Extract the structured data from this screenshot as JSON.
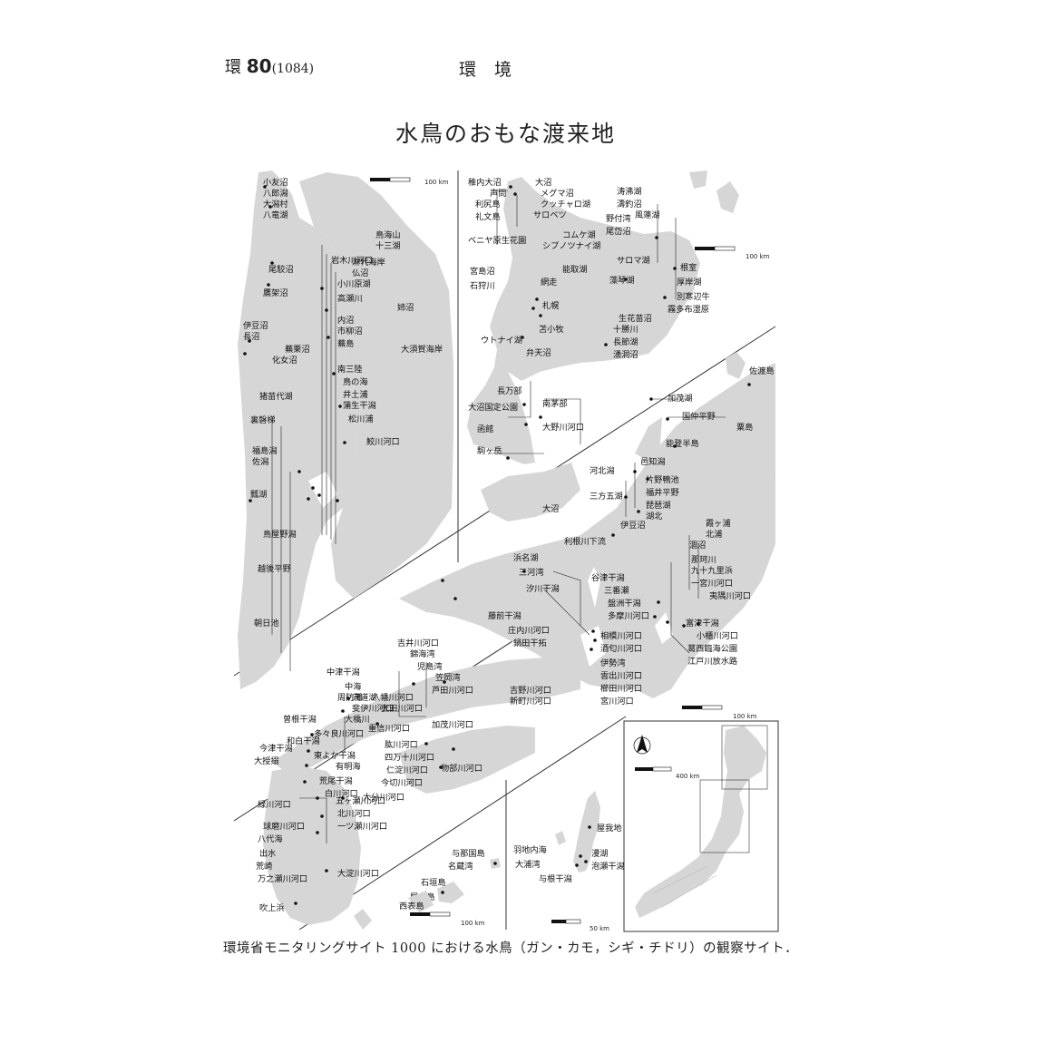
{
  "header": {
    "page_prefix": "環",
    "page_number": "80",
    "page_total": "(1084)",
    "section": "環境"
  },
  "figure": {
    "title": "水鳥のおもな渡来地",
    "caption": "環境省モニタリングサイト 1000 における水鳥（ガン・カモ，シギ・チドリ）の観察サイト．"
  },
  "scale_labels": {
    "tohoku": "100 km",
    "hokkaido": "100 km",
    "kanto": "100 km",
    "kyushu": "100 km",
    "okinawa": "50 km",
    "index_map": "400 km"
  },
  "colors": {
    "land": "#d6d6d6",
    "ink": "#111111"
  },
  "panels": {
    "tohoku": {
      "labels": [
        "小友沼",
        "八郎潟",
        "大潟村",
        "八竜湖",
        "鳥海山",
        "十三湖",
        "岩木川河口",
        "淋代海岸",
        "仏沼",
        "小川原湖",
        "尾駮沼",
        "鷹架沼",
        "高瀬川",
        "姉沼",
        "内沼",
        "市柳沼",
        "蕪島",
        "大須賀海岸",
        "伊豆沼",
        "長沼",
        "蕪栗沼",
        "化女沼",
        "南三陸",
        "鳥の海",
        "井土浦",
        "蒲生干潟",
        "松川浦",
        "鮫川河口",
        "猪苗代湖",
        "裏磐梯",
        "福島潟",
        "佐潟",
        "瓢湖",
        "鳥屋野潟",
        "越後平野",
        "朝日池"
      ]
    },
    "hokkaido": {
      "labels": [
        "稚内大沼",
        "大沼",
        "声問",
        "メグマ沼",
        "サロベツ",
        "ベニヤ原生花園",
        "利尻島",
        "礼文島",
        "クッチャロ湖",
        "涛沸湖",
        "濤釣沼",
        "風蓮湖",
        "野付湾",
        "尾岱沼",
        "根室",
        "厚岸湖",
        "別寒辺牛",
        "霧多布湿原",
        "コムケ湖",
        "シブノツナイ湖",
        "サロマ湖",
        "能取湖",
        "網走",
        "藻琴湖",
        "十勝川",
        "長節湖",
        "湧洞沼",
        "生花苗沼",
        "ウトナイ湖",
        "弁天沼",
        "宮島沼",
        "石狩川",
        "札幌",
        "苫小牧",
        "大沼国定公園",
        "函館",
        "南茅部",
        "駒ヶ岳",
        "長万部",
        "大野川河口"
      ]
    },
    "kanto": {
      "labels": [
        "佐渡島",
        "加茂湖",
        "国仲平野",
        "粟島",
        "能登半島",
        "邑知潟",
        "河北潟",
        "片野鴨池",
        "福井平野",
        "三方五湖",
        "琵琶湖",
        "湖北",
        "大沼",
        "伊豆沼",
        "霞ヶ浦",
        "北浦",
        "利根川下流",
        "涸沼",
        "那珂川",
        "九十九里浜",
        "一宮川河口",
        "夷隅川河口",
        "谷津干潟",
        "三番瀬",
        "盤洲干潟",
        "富津干潟",
        "小櫃川河口",
        "多摩川河口",
        "葛西臨海公園",
        "江戸川放水路",
        "相模川河口",
        "酒匂川河口",
        "浜名湖",
        "三河湾",
        "汐川干潟",
        "藤前干潟",
        "庄内川河口",
        "鍋田干拓",
        "伊勢湾",
        "雲出川河口",
        "櫛田川河口",
        "宮川河口"
      ]
    },
    "kyushu": {
      "labels": [
        "中海",
        "宍道湖",
        "斐伊川河口",
        "大橋川",
        "吉井川河口",
        "錦海湾",
        "児島湾",
        "笠岡湾",
        "芦田川河口",
        "八幡川河口",
        "太田川河口",
        "吉野川河口",
        "新町川河口",
        "加茂川河口",
        "重信川河口",
        "肱川河口",
        "四万十川河口",
        "物部川河口",
        "仁淀川河口",
        "今切川河口",
        "周防灘",
        "曽根干潟",
        "和白干潟",
        "今津干潟",
        "多々良川河口",
        "有明海",
        "東よか干潟",
        "大授搦",
        "荒尾干潟",
        "白川河口",
        "緑川河口",
        "球磨川河口",
        "八代海",
        "出水",
        "荒崎",
        "万之瀬川河口",
        "大淀川河口",
        "一ツ瀬川河口",
        "北川河口",
        "五ヶ瀬川河口",
        "大分川河口",
        "中津干潟",
        "吹上浜",
        "屋久島"
      ]
    },
    "okinawa": {
      "labels": [
        "漫湖",
        "泡瀬干潟",
        "与根干潟",
        "屋我地",
        "羽地内海",
        "大浦湾",
        "石垣島",
        "名蔵湾",
        "西表島",
        "与那国島"
      ]
    }
  }
}
